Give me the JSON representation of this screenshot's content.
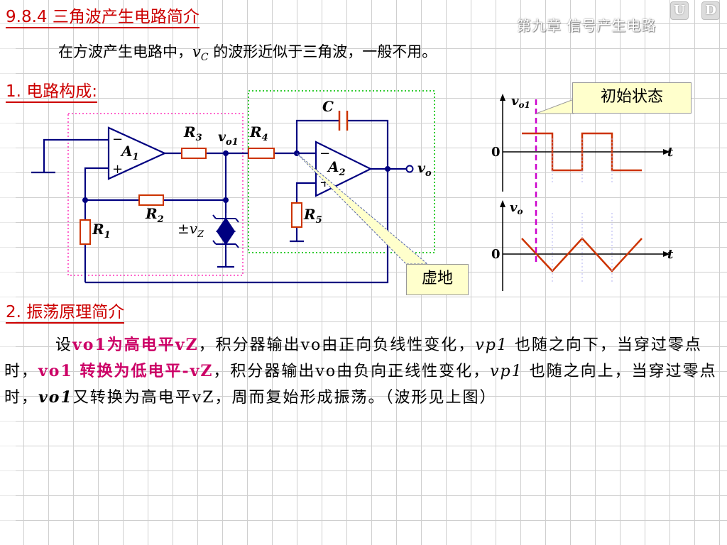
{
  "header": {
    "section_title": "9.8.4  三角波产生电路简介",
    "chapter_title": "第九章 信号产生电路",
    "nav_up": "U",
    "nav_down": "D"
  },
  "intro": {
    "pre": "在方波产生电路中，",
    "var": "v",
    "sub": "C",
    "post": " 的波形近似于三角波，一般不用。"
  },
  "section1": {
    "title": "1. 电路构成:"
  },
  "circuit": {
    "labels": {
      "C": "C",
      "R3": "R",
      "R3_sub": "3",
      "R4": "R",
      "R4_sub": "4",
      "vo1": "v",
      "vo1_sub": "o1",
      "A1": "A",
      "A1_sub": "1",
      "A2": "A",
      "A2_sub": "2",
      "vo": "v",
      "vo_sub": "o",
      "R2": "R",
      "R2_sub": "2",
      "R1": "R",
      "R1_sub": "1",
      "R5": "R",
      "R5_sub": "5",
      "vz": "±v",
      "vz_sub": "Z",
      "minus": "−",
      "plus": "+"
    },
    "callout_virtual_ground": "虚地"
  },
  "waveform": {
    "callout_initial": "初始状态",
    "top_axis_label": "v",
    "top_axis_sub": "o1",
    "bottom_axis_label": "v",
    "bottom_axis_sub": "o",
    "t_label": "t",
    "zero_label": "0",
    "square_color": "#cc3300",
    "dashed_color": "#cc00cc"
  },
  "section2": {
    "title": "2. 振荡原理简介"
  },
  "paragraph": {
    "p1_a": "设",
    "p1_hl": "vo1为高电平vZ",
    "p1_b": "，积分器输出vo由正向负线性变化，",
    "p1_c": "vp1",
    "p1_d": " 也随之向下，当穿过零点时，",
    "p1_hl2": "vo1 转换为低电平-vZ",
    "p1_e": "，积分器输出vo由负向正线性变化，",
    "p1_f": "vp1",
    "p1_g": " 也随之向上，当穿过零点时，",
    "p1_h": "vo1",
    "p1_i": "又转换为高电平vZ，周而复始形成振荡。（波形见上图）"
  },
  "colors": {
    "accent_red": "#cc0000",
    "highlight_magenta": "#cc0066",
    "wire_blue": "#000080",
    "box_pink": "#ff66cc",
    "box_green": "#33cc33"
  }
}
